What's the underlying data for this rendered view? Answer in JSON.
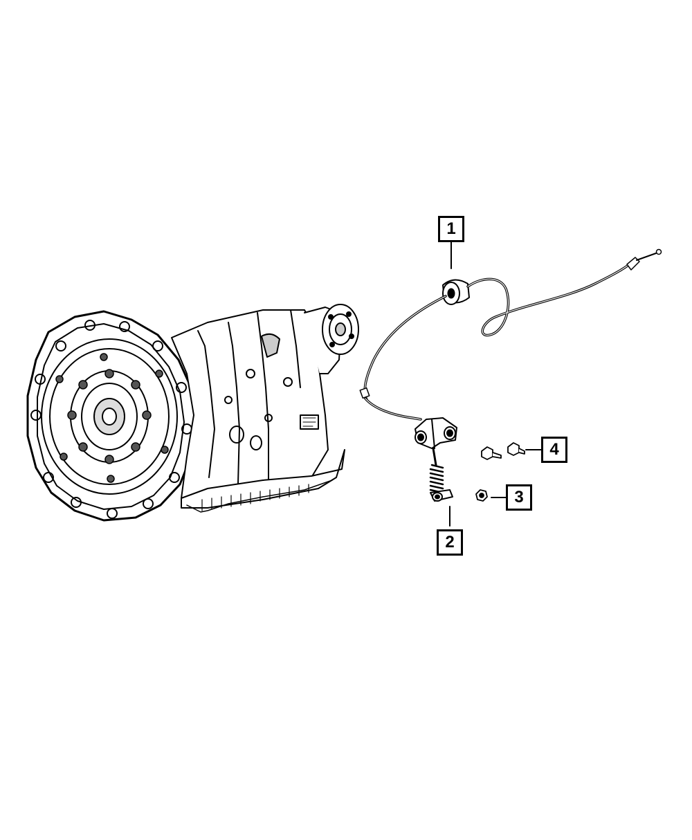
{
  "callouts": [
    {
      "label": "1",
      "part": "shift-cable"
    },
    {
      "label": "2",
      "part": "cable-end-bracket"
    },
    {
      "label": "3",
      "part": "nut"
    },
    {
      "label": "4",
      "part": "bolt"
    }
  ],
  "colors": {
    "line": "#000000",
    "background": "#ffffff"
  }
}
